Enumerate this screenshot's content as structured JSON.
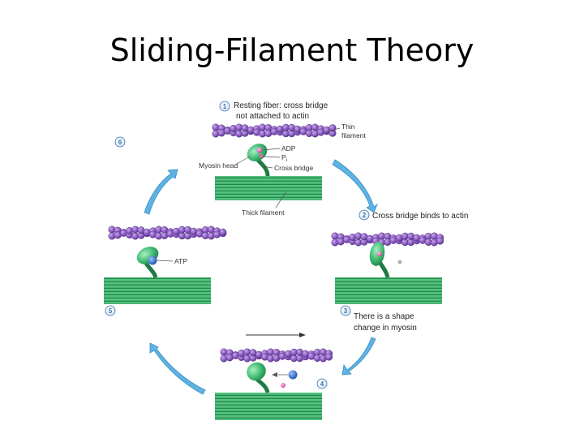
{
  "slide": {
    "title": "Sliding-Filament Theory"
  },
  "steps": [
    {
      "number": "1",
      "line1": "Resting fiber: cross bridge",
      "line2": "not attached to actin"
    },
    {
      "number": "2",
      "line1": "Cross bridge binds to actin",
      "line2": ""
    },
    {
      "number": "3",
      "line1": "There is a shape",
      "line2": "change in myosin"
    },
    {
      "number": "4",
      "line1": "",
      "line2": ""
    },
    {
      "number": "5",
      "line1": "",
      "line2": ""
    },
    {
      "number": "6",
      "line1": "",
      "line2": ""
    }
  ],
  "labels": {
    "thin_filament_1": "Thin",
    "thin_filament_2": "filament",
    "adp": "ADP",
    "pi": "P",
    "pi_sub": "i",
    "myosin_head": "Myosin head",
    "cross_bridge": "Cross bridge",
    "thick_filament": "Thick filament",
    "atp": "ATP"
  },
  "colors": {
    "actin": "#8a5cc0",
    "actin_dark": "#5b3490",
    "myosin": "#39b46a",
    "myosin_dark": "#1f7a45",
    "arrow": "#5db3e3",
    "atp": "#2a66c9",
    "adp": "#e070c0"
  }
}
